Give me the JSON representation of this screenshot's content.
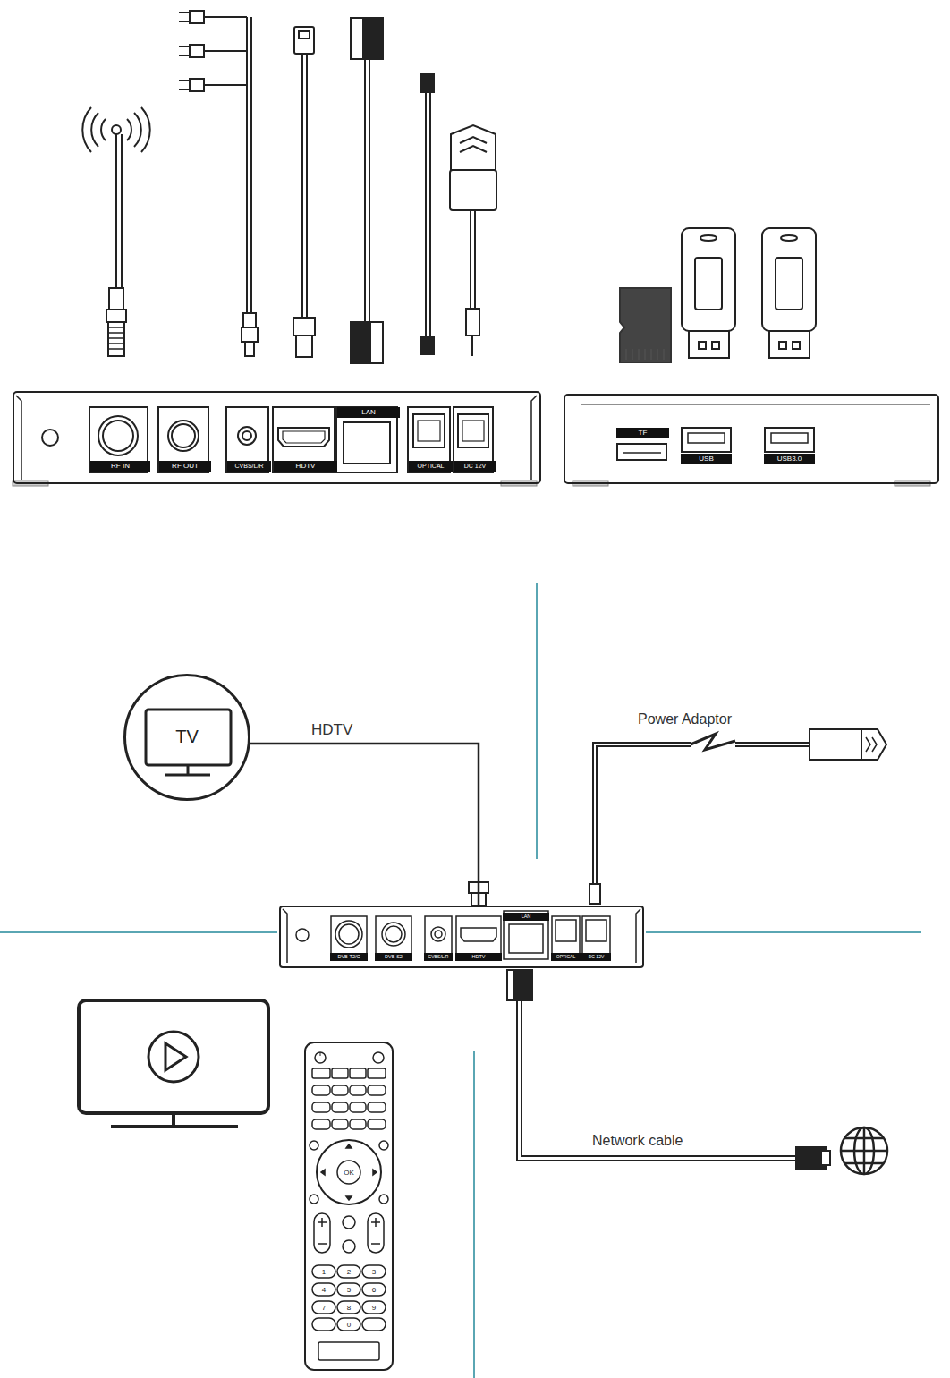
{
  "diagram": {
    "nodes": [
      {
        "text": [
          "RF IN",
          "RF OUT",
          "CVBS/L/R",
          "HDTV",
          "LAN",
          "OPTICAL",
          "DC 12V"
        ]
      },
      {
        "text": [
          "TF",
          "USB",
          "USB3.0"
        ]
      },
      {
        "text": [
          "TV"
        ]
      },
      {
        "text": [
          "DVB-T2/C",
          "DVB-S2",
          "CVBS/L/R",
          "HDTV",
          "LAN",
          "OPTICAL",
          "DC 12V"
        ]
      }
    ],
    "edges": [
      {
        "from": 2,
        "to": 3,
        "label": "HDTV",
        "arrow": "none"
      }
    ],
    "labels": [
      "Power Adaptor",
      "Network cable",
      "OK",
      "1",
      "2",
      "3",
      "4",
      "5",
      "6",
      "7",
      "8",
      "9",
      "0"
    ]
  }
}
